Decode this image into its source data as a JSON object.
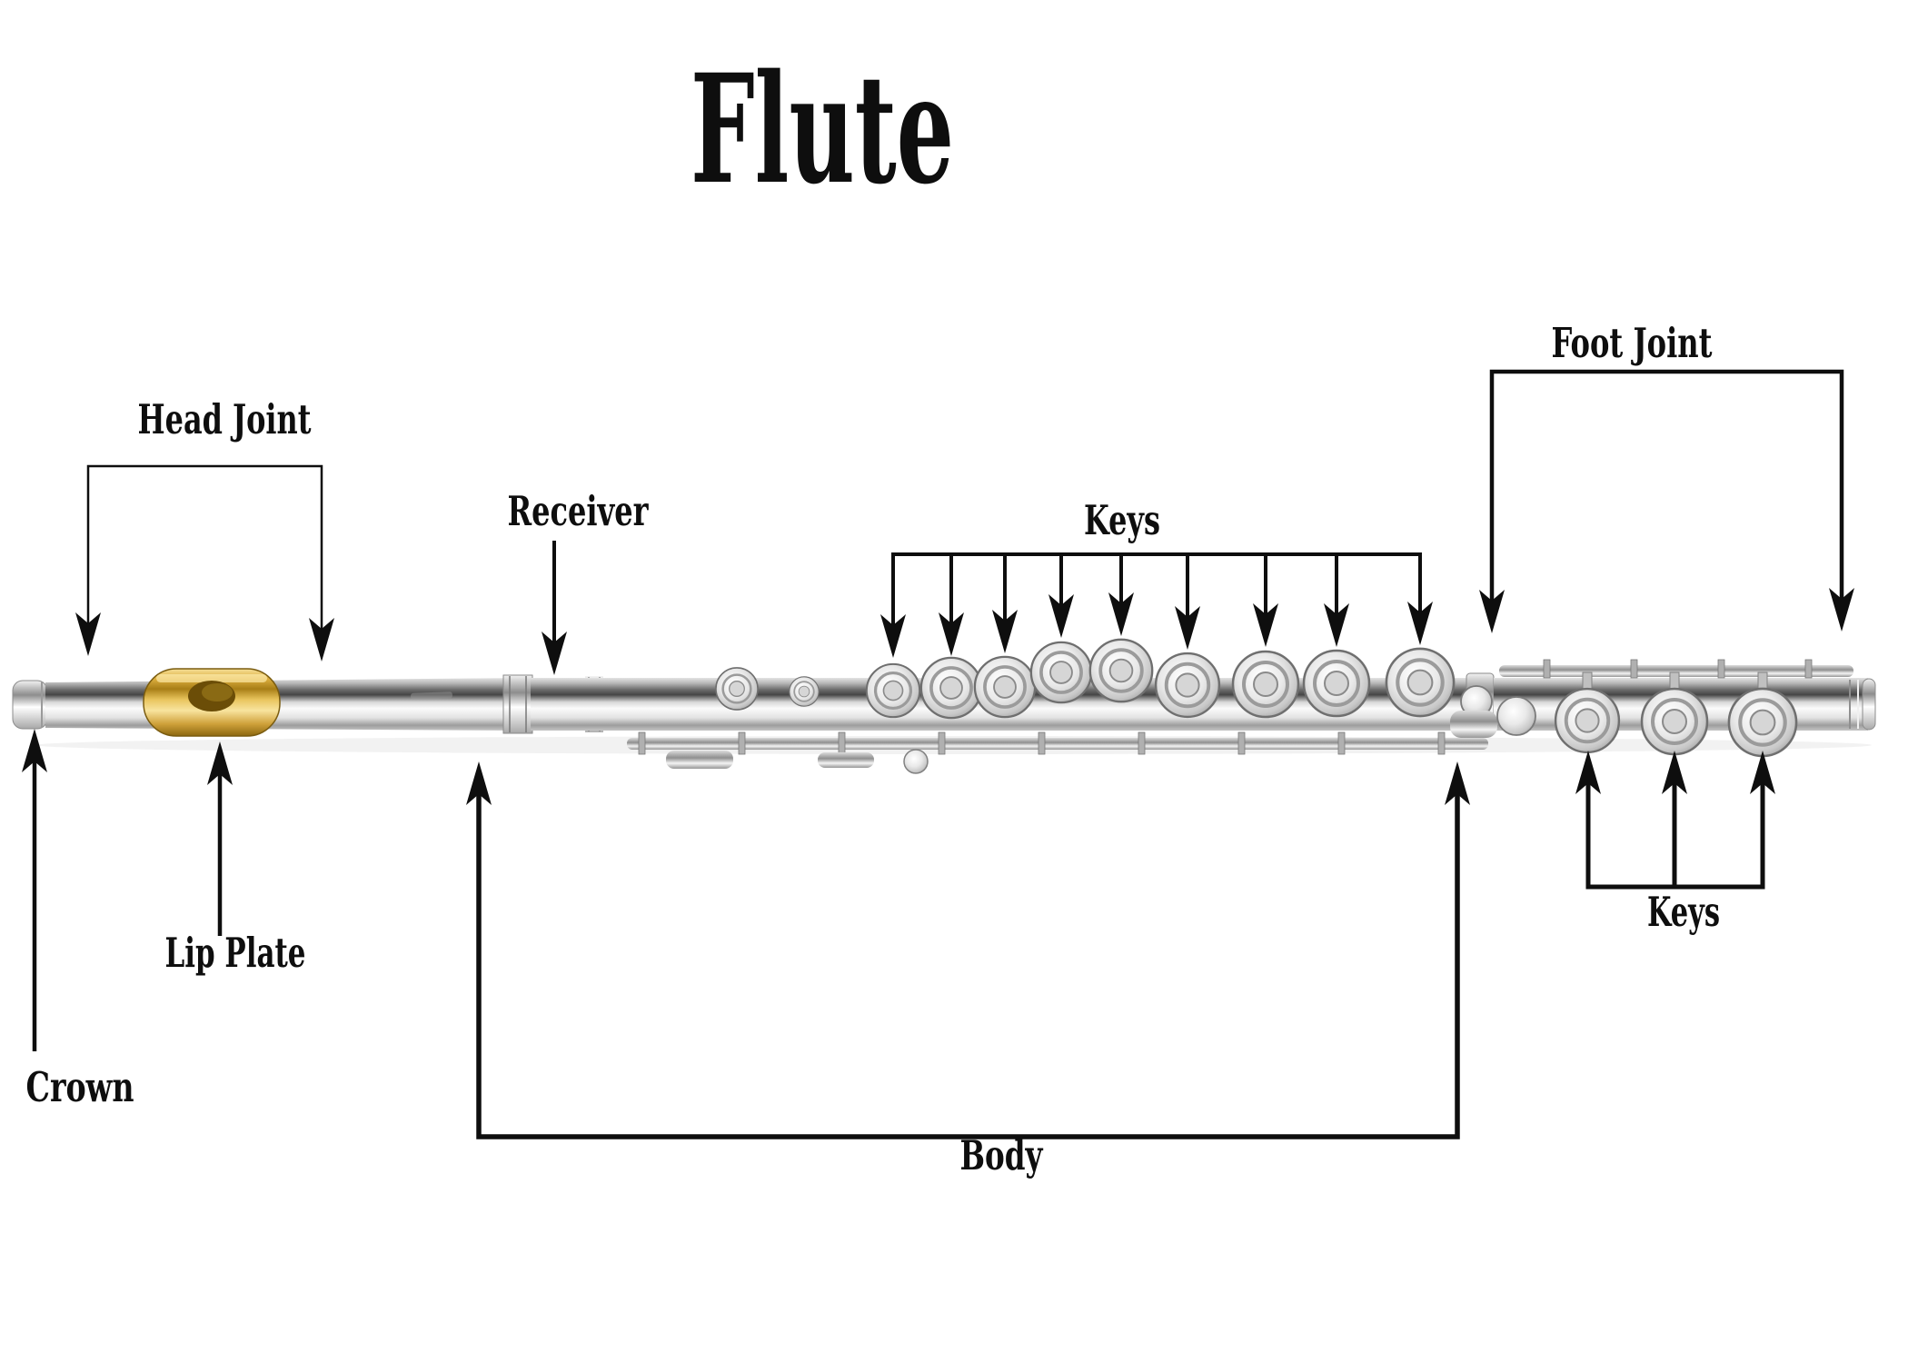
{
  "title": "Flute",
  "diagram": {
    "subject": "flute parts diagram",
    "background_color": "#ffffff",
    "text_color": "#0e0e0e",
    "accent_colors": {
      "lip_plate_gold": "#c9992d",
      "tube_silver": "#c2c2c2",
      "arrow_black": "#0e0e0e"
    },
    "annotations": {
      "head_joint": {
        "label": "Head Joint",
        "style": "bracket",
        "arrow_count": 2,
        "direction": "down"
      },
      "receiver": {
        "label": "Receiver",
        "style": "single-arrow",
        "arrow_count": 1,
        "direction": "down"
      },
      "keys_upper": {
        "label": "Keys",
        "style": "bracket",
        "arrow_count": 9,
        "direction": "down"
      },
      "foot_joint": {
        "label": "Foot Joint",
        "style": "bracket",
        "arrow_count": 2,
        "direction": "down"
      },
      "crown": {
        "label": "Crown",
        "style": "single-arrow",
        "arrow_count": 1,
        "direction": "up"
      },
      "lip_plate": {
        "label": "Lip Plate",
        "style": "single-arrow",
        "arrow_count": 1,
        "direction": "up"
      },
      "body": {
        "label": "Body",
        "style": "bracket",
        "arrow_count": 2,
        "direction": "up"
      },
      "keys_lower": {
        "label": "Keys",
        "style": "bracket",
        "arrow_count": 3,
        "direction": "up"
      }
    }
  }
}
